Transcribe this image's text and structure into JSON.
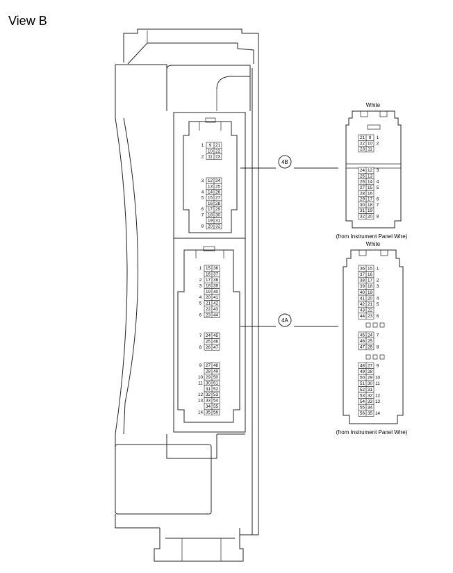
{
  "view_title": "View B",
  "callouts": {
    "b": "4B",
    "a": "4A"
  },
  "face_4b": {
    "color_label": "White",
    "source_label": "(from Instrument Panel Wire)",
    "groups": [
      {
        "rows": [
          [
            "21",
            "9",
            "1"
          ],
          [
            "22",
            "10",
            "2"
          ],
          [
            "23",
            "11",
            ""
          ]
        ]
      },
      {
        "rows": [
          [
            "24",
            "12",
            "3"
          ],
          [
            "25",
            "13",
            ""
          ],
          [
            "26",
            "14",
            "4"
          ],
          [
            "27",
            "15",
            "5"
          ],
          [
            "28",
            "16",
            ""
          ],
          [
            "29",
            "17",
            "6"
          ],
          [
            "30",
            "18",
            "7"
          ],
          [
            "31",
            "19",
            ""
          ],
          [
            "32",
            "20",
            "8"
          ]
        ]
      }
    ]
  },
  "face_4a": {
    "color_label": "White",
    "source_label": "(from Instrument Panel Wire)",
    "groups": [
      {
        "rows": [
          [
            "36",
            "15",
            "1"
          ],
          [
            "37",
            "16",
            ""
          ],
          [
            "38",
            "17",
            "2"
          ],
          [
            "39",
            "18",
            "3"
          ],
          [
            "40",
            "19",
            ""
          ],
          [
            "41",
            "20",
            "4"
          ],
          [
            "42",
            "21",
            "5"
          ],
          [
            "43",
            "22",
            ""
          ],
          [
            "44",
            "23",
            "6"
          ]
        ]
      },
      {
        "rows": [
          [
            "45",
            "24",
            "7"
          ],
          [
            "46",
            "25",
            ""
          ],
          [
            "47",
            "26",
            "8"
          ]
        ]
      },
      {
        "rows": [
          [
            "48",
            "27",
            "9"
          ],
          [
            "49",
            "28",
            ""
          ],
          [
            "50",
            "29",
            "10"
          ],
          [
            "51",
            "30",
            "11"
          ],
          [
            "52",
            "31",
            ""
          ],
          [
            "53",
            "32",
            "12"
          ],
          [
            "54",
            "33",
            "13"
          ],
          [
            "55",
            "34",
            ""
          ],
          [
            "56",
            "35",
            "14"
          ]
        ]
      }
    ]
  },
  "back_4b": {
    "groups": [
      {
        "rows": [
          [
            "1",
            "9",
            "21"
          ],
          [
            "",
            "10",
            "22"
          ],
          [
            "2",
            "11",
            "23"
          ]
        ]
      },
      {
        "rows": [
          [
            "3",
            "12",
            "24"
          ],
          [
            "",
            "13",
            "25"
          ],
          [
            "4",
            "14",
            "26"
          ],
          [
            "5",
            "15",
            "27"
          ],
          [
            "",
            "16",
            "28"
          ],
          [
            "6",
            "17",
            "29"
          ],
          [
            "7",
            "18",
            "30"
          ],
          [
            "",
            "19",
            "31"
          ],
          [
            "8",
            "20",
            "32"
          ]
        ]
      }
    ]
  },
  "back_4a": {
    "groups": [
      {
        "rows": [
          [
            "1",
            "15",
            "36"
          ],
          [
            "",
            "16",
            "37"
          ],
          [
            "2",
            "17",
            "38"
          ],
          [
            "3",
            "18",
            "39"
          ],
          [
            "",
            "19",
            "40"
          ],
          [
            "4",
            "20",
            "41"
          ],
          [
            "5",
            "21",
            "42"
          ],
          [
            "",
            "22",
            "43"
          ],
          [
            "6",
            "23",
            "44"
          ]
        ]
      },
      {
        "rows": [
          [
            "7",
            "24",
            "45"
          ],
          [
            "",
            "25",
            "46"
          ],
          [
            "8",
            "26",
            "47"
          ]
        ]
      },
      {
        "rows": [
          [
            "9",
            "27",
            "48"
          ],
          [
            "",
            "28",
            "49"
          ],
          [
            "10",
            "29",
            "50"
          ],
          [
            "11",
            "30",
            "51"
          ],
          [
            "",
            "31",
            "52"
          ],
          [
            "12",
            "32",
            "53"
          ],
          [
            "13",
            "33",
            "54"
          ],
          [
            "",
            "34",
            "55"
          ],
          [
            "14",
            "35",
            "56"
          ]
        ]
      }
    ]
  }
}
